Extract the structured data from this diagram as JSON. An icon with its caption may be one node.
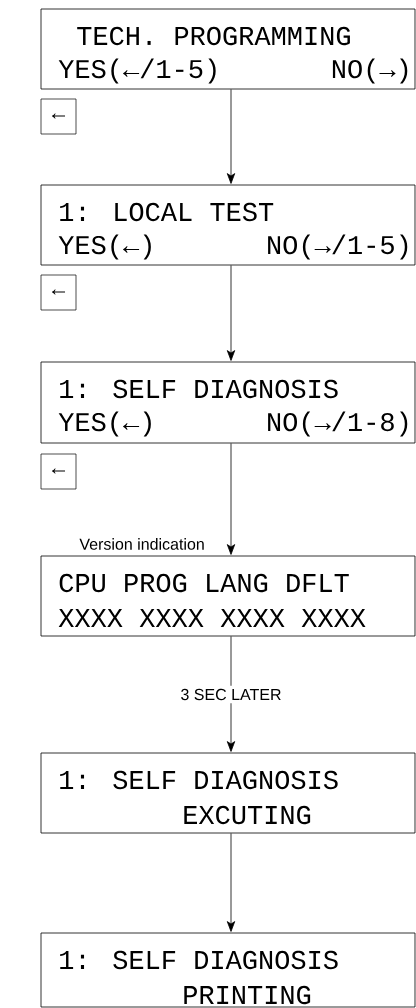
{
  "diagram": {
    "nodes": [
      {
        "text": [
          "TECH. PROGRAMMING",
          "YES(←/1-5)",
          "NO(→)"
        ]
      },
      {
        "text": [
          "←"
        ]
      },
      {
        "text": [
          "1: LOCAL TEST",
          "YES(←)",
          "NO(→/1-5)"
        ]
      },
      {
        "text": [
          "←"
        ]
      },
      {
        "text": [
          "1: SELF DIAGNOSIS",
          "YES(←)",
          "NO(→/1-8)"
        ]
      },
      {
        "text": [
          "←"
        ]
      },
      {
        "text": [
          "CPU PROG LANG DFLT",
          "XXXX XXXX XXXX XXXX"
        ],
        "beside": [
          "Version indication"
        ]
      },
      {
        "text": [
          "1: SELF DIAGNOSIS",
          "EXCUTING"
        ]
      },
      {
        "text": [
          "1: SELF DIAGNOSIS",
          "PRINTING"
        ]
      }
    ],
    "edges": [
      {
        "from": 0,
        "to": 2,
        "arrow": "to"
      },
      {
        "from": 2,
        "to": 4,
        "arrow": "to"
      },
      {
        "from": 4,
        "to": 6,
        "arrow": "to"
      },
      {
        "from": 6,
        "to": 7,
        "arrow": "to",
        "label": "3 SEC LATER"
      },
      {
        "from": 7,
        "to": 8,
        "arrow": "to"
      }
    ]
  }
}
